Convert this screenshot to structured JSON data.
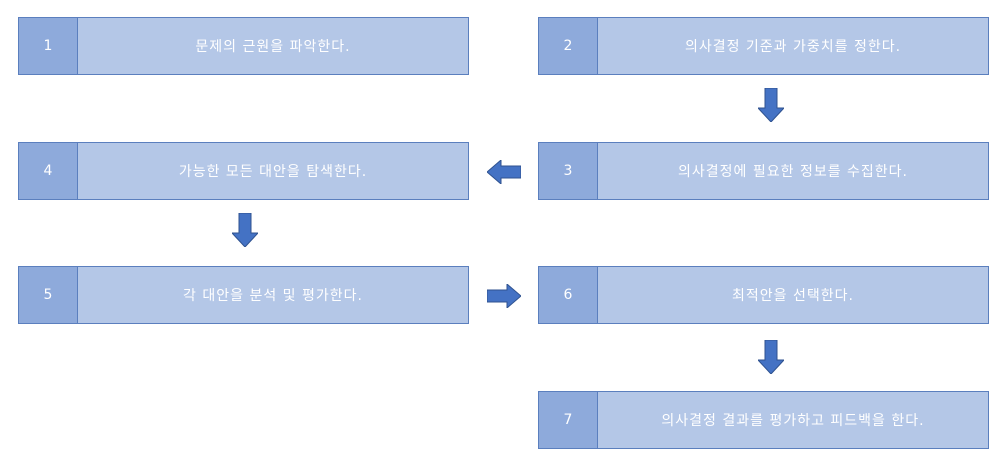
{
  "steps": [
    {
      "num": "1",
      "text": "문제의 근원을 파악한다."
    },
    {
      "num": "2",
      "text": "의사결정 기준과 가중치를 정한다."
    },
    {
      "num": "3",
      "text": "의사결정에 필요한 정보를 수집한다."
    },
    {
      "num": "4",
      "text": "가능한 모든 대안을 탐색한다."
    },
    {
      "num": "5",
      "text": "각 대안을 분석 및 평가한다."
    },
    {
      "num": "6",
      "text": "최적안을 선택한다."
    },
    {
      "num": "7",
      "text": "의사결정 결과를 평가하고 피드백을 한다."
    }
  ],
  "colors": {
    "number_cell": "#8eaadb",
    "text_cell": "#b4c7e7",
    "border": "#5b7fbe",
    "arrow": "#4472c4"
  },
  "icons": {
    "down": "down-arrow-icon",
    "left": "left-arrow-icon",
    "right": "right-arrow-icon"
  }
}
